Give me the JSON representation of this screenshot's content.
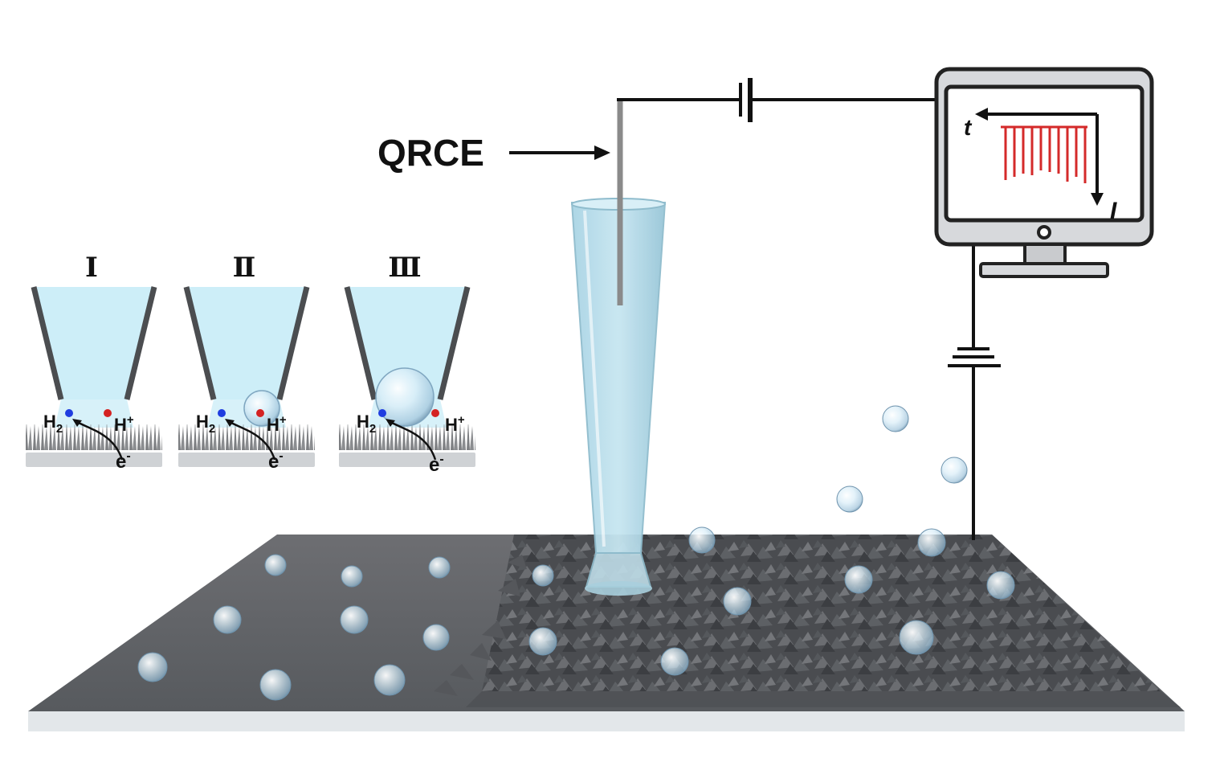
{
  "electrode_label": "QRCE",
  "monitor": {
    "axis_t": "t",
    "axis_i": "I"
  },
  "panels": [
    {
      "stage": "Ⅰ",
      "h2": "H",
      "h2_sub": "2",
      "hplus": "H",
      "hplus_sup": "+",
      "electron": "e",
      "electron_sup": "-"
    },
    {
      "stage": "Ⅱ",
      "h2": "H",
      "h2_sub": "2",
      "hplus": "H",
      "hplus_sup": "+",
      "electron": "e",
      "electron_sup": "-"
    },
    {
      "stage": "Ⅲ",
      "h2": "H",
      "h2_sub": "2",
      "hplus": "H",
      "hplus_sup": "+",
      "electron": "e",
      "electron_sup": "-"
    }
  ],
  "colors": {
    "substrate": "#5c5d60",
    "substrate_edge": "#e3e7ea",
    "electrolyte": "#cdeef8",
    "trace": "#d42a2a",
    "h2_dot": "#1f3de0",
    "hplus_dot": "#d42222"
  }
}
